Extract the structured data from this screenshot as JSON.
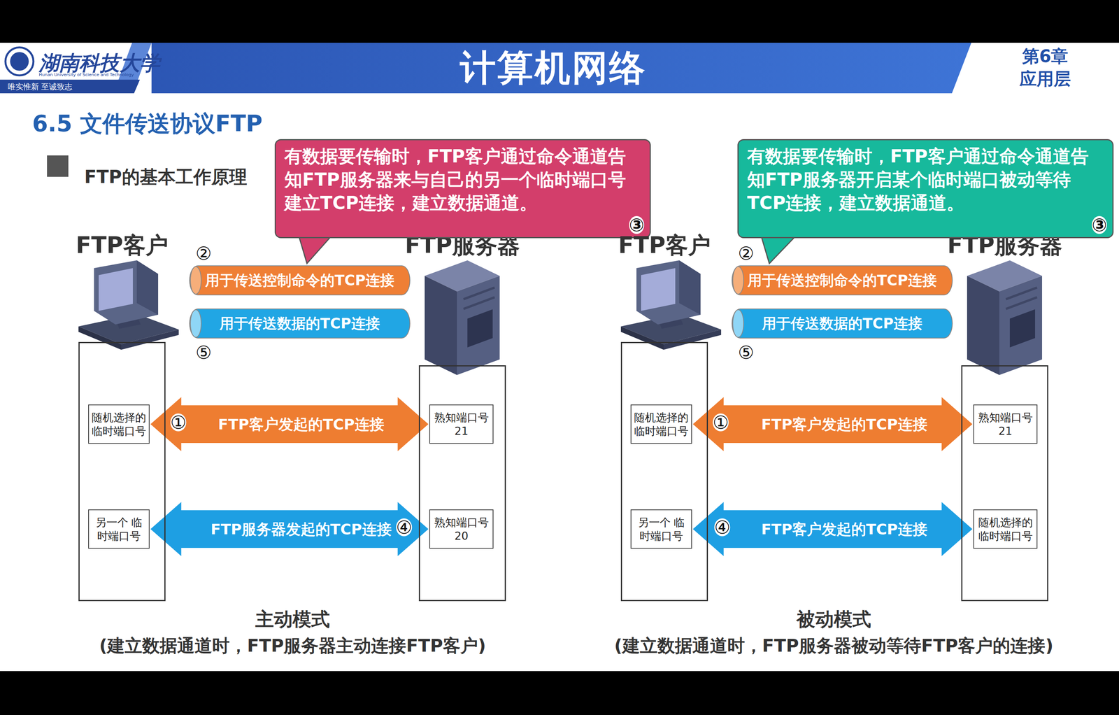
{
  "diagram": {
    "title": "计算机网络",
    "nodes": [
      {
        "text": [
          "FTP客户"
        ]
      },
      {
        "text": [
          "随机选择的 临时端口号"
        ],
        "in": 0
      },
      {
        "text": [
          "另一个 临时端口号"
        ],
        "in": 0
      },
      {
        "text": [
          "FTP服务器"
        ]
      },
      {
        "text": [
          "熟知端口号 21"
        ],
        "in": 3
      },
      {
        "text": [
          "熟知端口号 20"
        ],
        "in": 3
      },
      {
        "text": [
          "用于传送控制命令的TCP连接"
        ]
      },
      {
        "text": [
          "用于传送数据的TCP连接"
        ]
      },
      {
        "text": [
          "有数据要传输时，FTP客户通过命令通道告知FTP服务器来与自己的另一个临时端口号建立TCP连接，建立数据通道。"
        ]
      },
      {
        "text": [
          "FTP客户"
        ]
      },
      {
        "text": [
          "随机选择的 临时端口号"
        ],
        "in": 9
      },
      {
        "text": [
          "另一个 临时端口号"
        ],
        "in": 9
      },
      {
        "text": [
          "FTP服务器"
        ]
      },
      {
        "text": [
          "熟知端口号 21"
        ],
        "in": 12
      },
      {
        "text": [
          "随机选择的 临时端口号"
        ],
        "in": 12
      },
      {
        "text": [
          "用于传送控制命令的TCP连接"
        ]
      },
      {
        "text": [
          "用于传送数据的TCP连接"
        ]
      },
      {
        "text": [
          "有数据要传输时，FTP客户通过命令通道告知FTP服务器开启某个临时端口被动等待TCP连接，建立数据通道。"
        ]
      }
    ],
    "edges": [
      {
        "from": 1,
        "to": 4,
        "arrow": "both",
        "label": "FTP客户发起的TCP连接"
      },
      {
        "from": 5,
        "to": 2,
        "arrow": "both",
        "label": "FTP服务器发起的TCP连接"
      },
      {
        "from": 10,
        "to": 13,
        "arrow": "both",
        "label": "FTP客户发起的TCP连接"
      },
      {
        "from": 11,
        "to": 14,
        "arrow": "both",
        "label": "FTP客户发起的TCP连接"
      }
    ],
    "labels": [
      "湖南科技大学",
      "Hunan University of Science and Technology",
      "唯实惟新 至诚致志",
      "第6章",
      "应用层",
      "6.5 文件传送协议FTP",
      "FTP的基本工作原理",
      "②",
      "⑤",
      "③",
      "①",
      "④",
      "主动模式",
      "(建立数据通道时，FTP服务器主动连接FTP客户)",
      "②",
      "⑤",
      "③",
      "①",
      "④",
      "被动模式",
      "(建立数据通道时，FTP服务器被动等待FTP客户的连接)"
    ]
  }
}
